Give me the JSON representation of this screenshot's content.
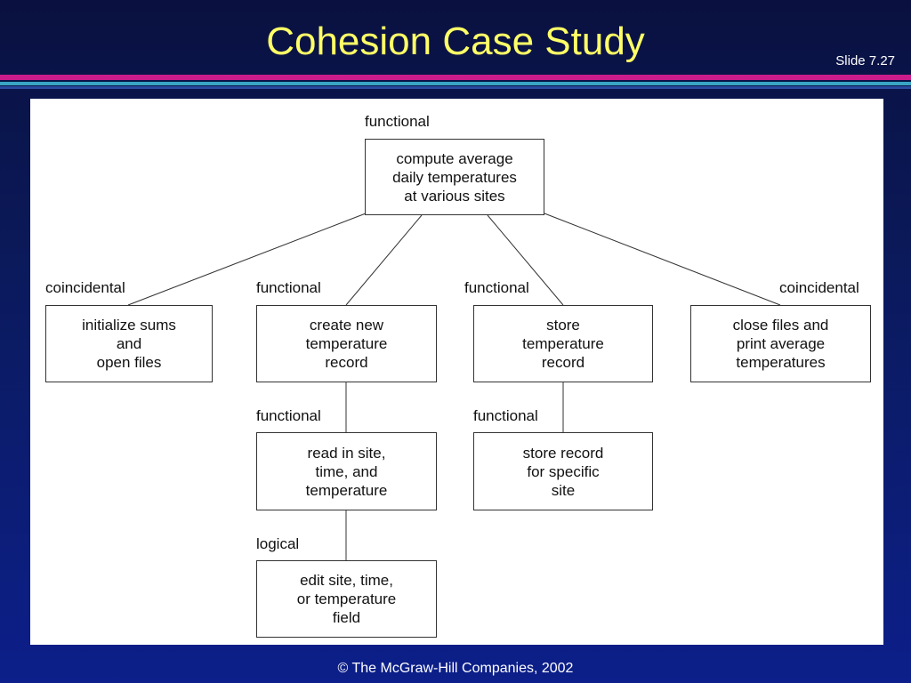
{
  "slide": {
    "title": "Cohesion Case Study",
    "number": "Slide 7.27",
    "footer": "© The McGraw-Hill Companies, 2002"
  },
  "colors": {
    "title": "#ffff66",
    "stripe_pink": "#cc1c8c",
    "stripe_teal": "#3aa4c4",
    "background": "#0b1a5c"
  },
  "diagram": {
    "nodes": {
      "root": {
        "label": "compute average\ndaily temperatures\nat various sites",
        "cohesion": "functional"
      },
      "init": {
        "label": "initialize sums\nand\nopen files",
        "cohesion": "coincidental"
      },
      "create": {
        "label": "create new\ntemperature\nrecord",
        "cohesion": "functional"
      },
      "store": {
        "label": "store\ntemperature\nrecord",
        "cohesion": "functional"
      },
      "close": {
        "label": "close files and\nprint average\ntemperatures",
        "cohesion": "coincidental"
      },
      "read": {
        "label": "read in site,\ntime, and\ntemperature",
        "cohesion": "functional"
      },
      "storerec": {
        "label": "store record\nfor specific\nsite",
        "cohesion": "functional"
      },
      "edit": {
        "label": "edit site, time,\nor temperature\nfield",
        "cohesion": "logical"
      }
    },
    "edges": [
      [
        "root",
        "init"
      ],
      [
        "root",
        "create"
      ],
      [
        "root",
        "store"
      ],
      [
        "root",
        "close"
      ],
      [
        "create",
        "read"
      ],
      [
        "store",
        "storerec"
      ],
      [
        "read",
        "edit"
      ]
    ]
  }
}
